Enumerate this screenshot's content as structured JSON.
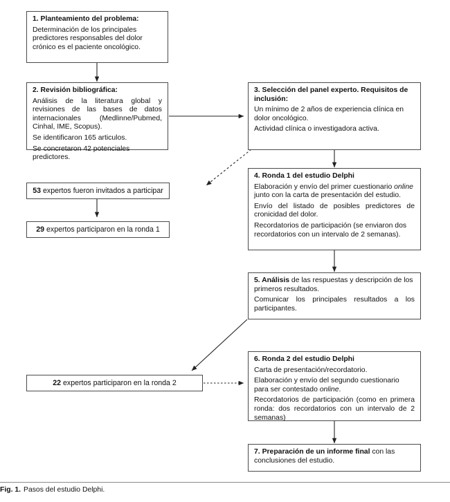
{
  "figure": {
    "caption_label": "Fig. 1.",
    "caption_text": "Pasos del estudio Delphi."
  },
  "boxes": {
    "b1": {
      "heading": "1. Planteamiento del problema:",
      "body1": "Determinación de los principales predictores responsables del dolor crónico es el paciente oncológico."
    },
    "b2": {
      "heading": "2. Revisión bibliográfica:",
      "body1": "Análisis de la literatura global y revisiones de las bases de datos internacionales (Medlinne/Pubmed, Cinhal, IME, Scopus).",
      "body2": "Se identificaron 165 articulos.",
      "body3": "Se concretaron 42 potenciales predictores."
    },
    "b3": {
      "heading": "3. Selección del panel experto. Requisitos de inclusión:",
      "body1": "Un mínimo de 2 años de experiencia clínica en dolor oncológico.",
      "body2": "Actividad clínica o investigadora activa."
    },
    "b4": {
      "heading": "4. Ronda 1 del estudio Delphi",
      "body1_pre": "Elaboración y envío del primer cuestionario ",
      "body1_italic": "online",
      "body1_post": " junto con la carta de presentación del estudio.",
      "body2": "Envío del listado de posibles predictores de cronicidad del dolor.",
      "body3": "Recordatorios de participación (se enviaron dos recordatorios con un intervalo de 2 semanas)."
    },
    "b5": {
      "heading_num": "5. ",
      "heading_bold": "Análisis",
      "heading_rest": " de las respuestas y descripción de los primeros resultados.",
      "body1": "Comunicar los principales resultados a los participantes."
    },
    "b6": {
      "heading": "6. Ronda 2 del estudio Delphi",
      "body1": "Carta de presentación/recordatorio.",
      "body2_pre": "Elaboración y envío del segundo cuestionario para ser contestado ",
      "body2_italic": "online",
      "body2_post": ".",
      "body3": "Recordatorios de participación (como en primera ronda: dos recordatorios con un intervalo de 2 semanas)"
    },
    "b7": {
      "heading_num": "7. ",
      "heading_bold": "Preparación de un informe final",
      "heading_rest": " con las conclusiones del estudio."
    }
  },
  "counts": {
    "invited": {
      "number": "53",
      "label": "expertos fueron invitados a participar"
    },
    "round1": {
      "number": "29",
      "label": "expertos participaron en la ronda 1"
    },
    "round2": {
      "number": "22",
      "label": "expertos participaron en la ronda 2"
    }
  },
  "colors": {
    "box_border": "#4a4a4a",
    "connector": "#222222",
    "background": "#ffffff",
    "rule": "#8a8a8a"
  }
}
